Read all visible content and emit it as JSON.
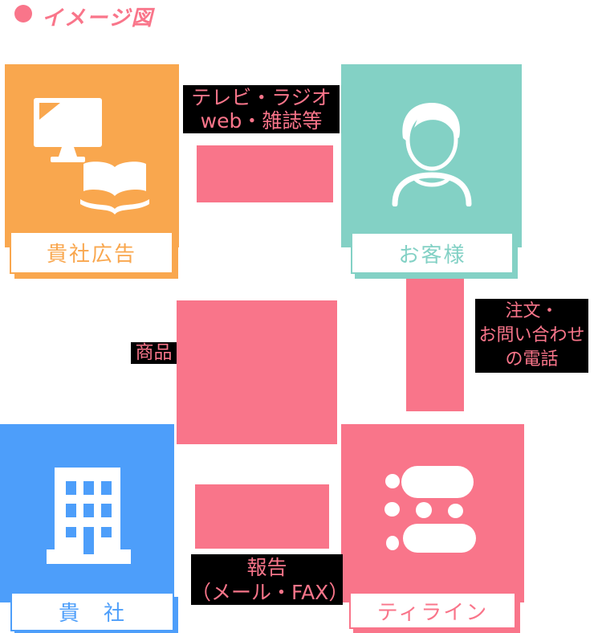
{
  "title": {
    "bullet_icon": "circle-bullet-icon",
    "text": "イメージ図",
    "color": "#F9758A"
  },
  "nodes": {
    "ad": {
      "label": "貴社広告",
      "icon": "monitor-book-icon",
      "color": "#F9A74E"
    },
    "customer": {
      "label": "お客様",
      "icon": "person-icon",
      "color": "#83D1C5"
    },
    "company": {
      "label": "貴　社",
      "icon": "building-icon",
      "color": "#4D9EFA"
    },
    "teeline": {
      "label": "ティライン",
      "icon": "teeline-logo-icon",
      "color": "#F9758A"
    }
  },
  "annotations": {
    "media": {
      "lines": [
        "テレビ・ラジオ",
        "web・雑誌等"
      ]
    },
    "order": {
      "lines": [
        "注文・",
        "お問い合わせ",
        "の電話"
      ]
    },
    "product": {
      "lines": [
        "商品"
      ]
    },
    "report": {
      "lines": [
        "報告",
        "（メール・FAX）"
      ]
    }
  },
  "connectors": {
    "color": "#F9758A",
    "items": [
      {
        "name": "ad-to-customer"
      },
      {
        "name": "company-to-ad"
      },
      {
        "name": "customer-to-teeline"
      },
      {
        "name": "teeline-to-company"
      }
    ]
  },
  "colors": {
    "pink": "#F9758A",
    "orange": "#F9A74E",
    "teal": "#83D1C5",
    "blue": "#4D9EFA",
    "note_background": "#000000",
    "background": "#FFFFFF"
  }
}
